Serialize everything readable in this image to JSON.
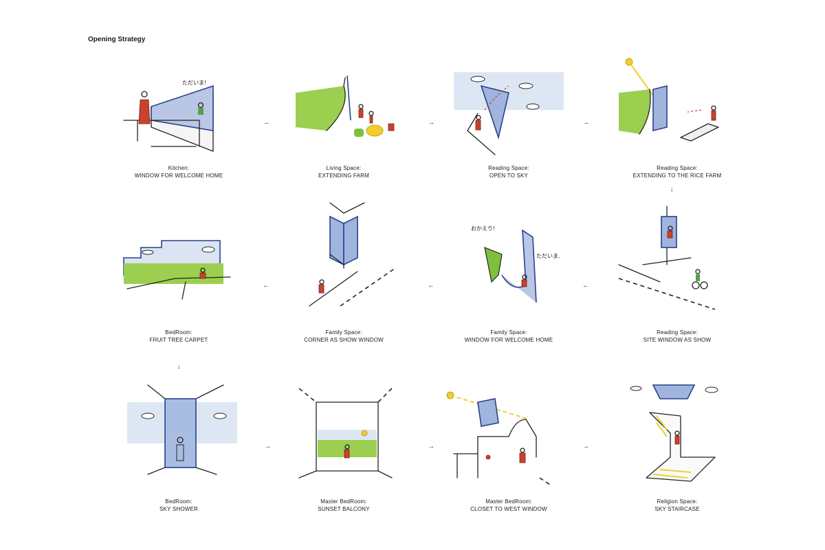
{
  "page_title": "Opening Strategy",
  "arrows": {
    "right": "→",
    "left": "←",
    "down": "↓"
  },
  "sketch_text": {
    "tadaima": "ただいま!",
    "okaeri": "おかえり!",
    "tadaima2": "ただいま."
  },
  "cells": [
    {
      "line1": "Kitchen:",
      "line2": "WINDOW FOR WELCOME HOME"
    },
    {
      "line1": "Living Space:",
      "line2": "EXTENDING FARM"
    },
    {
      "line1": "Reading Space:",
      "line2": "OPEN TO SKY"
    },
    {
      "line1": "Reading Space:",
      "line2": "EXTENDING TO THE RICE FARM"
    },
    {
      "line1": "BedRoom:",
      "line2": "FRUIT TREE CARPET"
    },
    {
      "line1": "Family Space:",
      "line2": "CORNER AS SHOW WINDOW"
    },
    {
      "line1": "Family Space:",
      "line2": "WINDOW FOR WELCOME HOME"
    },
    {
      "line1": "Reading Space:",
      "line2": "SITE WINDOW AS SHOW"
    },
    {
      "line1": "BedRoom:",
      "line2": "SKY SHOWER"
    },
    {
      "line1": "Master BedRoom:",
      "line2": "SUNSET BALCONY"
    },
    {
      "line1": "Master BedRoom:",
      "line2": "CLOSET TO WEST WINDOW"
    },
    {
      "line1": "Religion Space:",
      "line2": "SKY STAIRCASE"
    }
  ]
}
